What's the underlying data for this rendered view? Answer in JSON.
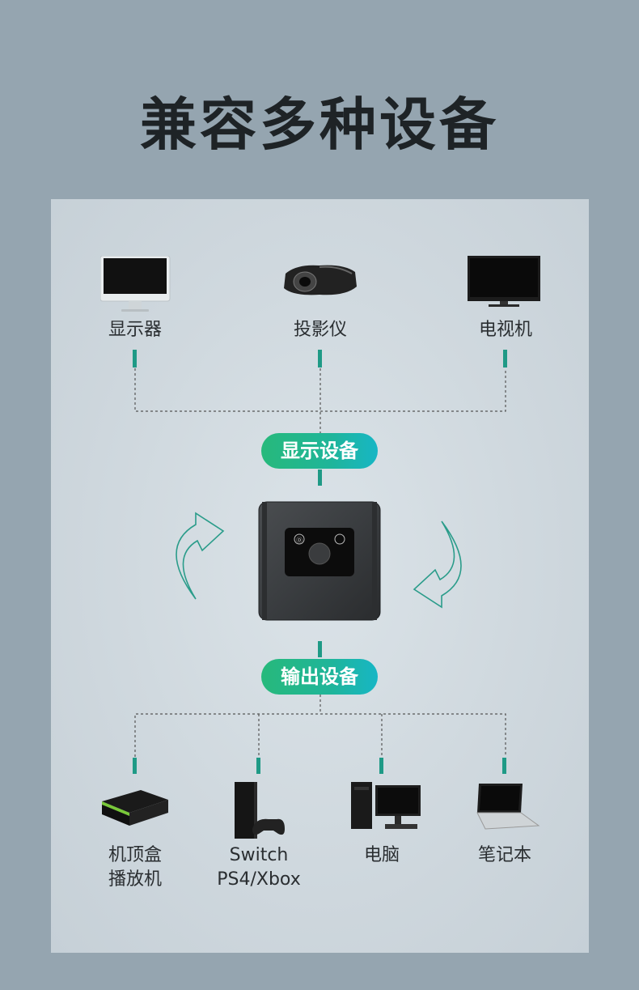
{
  "title": "兼容多种设备",
  "labels": {
    "display_group": "显示设备",
    "output_group": "输出设备"
  },
  "display_devices": [
    {
      "name": "显示器"
    },
    {
      "name": "投影仪"
    },
    {
      "name": "电视机"
    }
  ],
  "output_devices": [
    {
      "name_line1": "机顶盒",
      "name_line2": "播放机"
    },
    {
      "name_line1": "Switch",
      "name_line2": "PS4/Xbox"
    },
    {
      "name_line1": "电脑",
      "name_line2": ""
    },
    {
      "name_line1": "笔记本",
      "name_line2": ""
    }
  ],
  "colors": {
    "accent_green": "#27b97b",
    "accent_teal": "#17b6c5",
    "connector": "#1f9a86"
  }
}
